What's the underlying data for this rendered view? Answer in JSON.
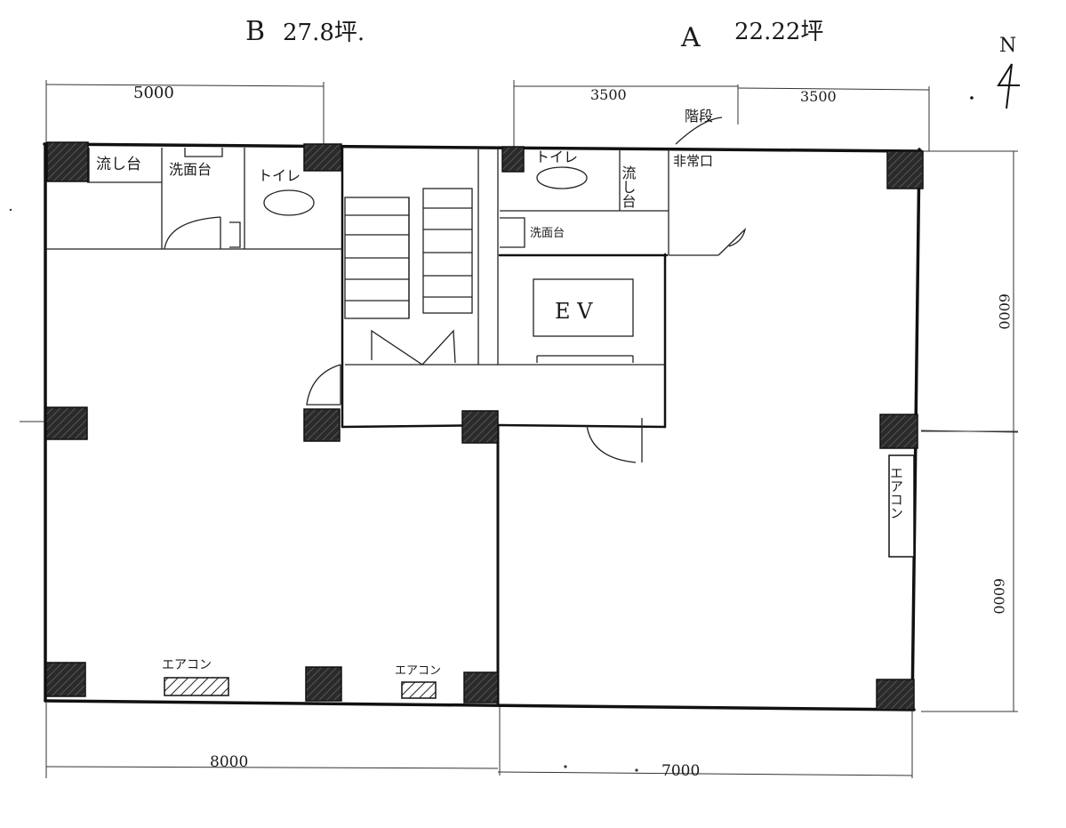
{
  "units": {
    "b": {
      "label": "B",
      "area": "27.8坪."
    },
    "a": {
      "label": "A",
      "area": "22.22坪"
    }
  },
  "compass": {
    "north": "N"
  },
  "rooms": {
    "sink_b": "流し台",
    "washbasin": "洗面台",
    "toilet_b": "トイレ",
    "toilet_a": "トイレ",
    "sink_a": "流し台",
    "emergency_exit": "非常口",
    "stairs": "階段",
    "washbasin_a": "洗面台",
    "elevator": "E V",
    "aircon_right": "エアコン",
    "aircon_b1": "エアコン",
    "aircon_b2": "エアコン"
  },
  "dimensions": {
    "top_b": "5000",
    "top_a_left": "3500",
    "top_a_right": "3500",
    "right_upper": "6000",
    "right_lower": "6000",
    "bottom_b": "8000",
    "bottom_a": "7000"
  }
}
